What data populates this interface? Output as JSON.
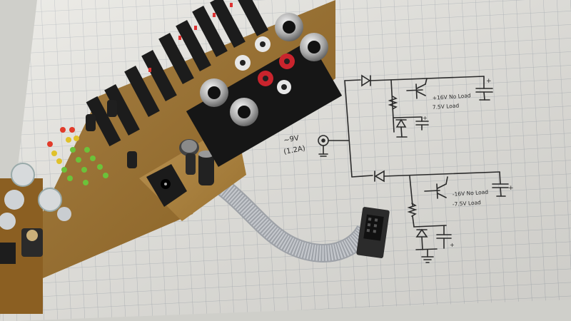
{
  "image": {
    "subject": "circuit board with LED bar meters and audio jacks on graph paper beside a hand-drawn schematic",
    "annotations": {
      "input_voltage": "~9V",
      "input_current": "(1.2A)",
      "upper_rail_line1": "+16V No Load",
      "upper_rail_line2": "7.5V Load",
      "lower_rail_line1": "-16V No Load",
      "lower_rail_line2": "-7.5V Load",
      "plus_sign": "+"
    }
  },
  "colors": {
    "paper": "#e9e8e3",
    "grid": "#a9b0b6",
    "pcb": "#a3752d",
    "ink": "#2a2a2a",
    "cable": "#b9bcc2"
  }
}
